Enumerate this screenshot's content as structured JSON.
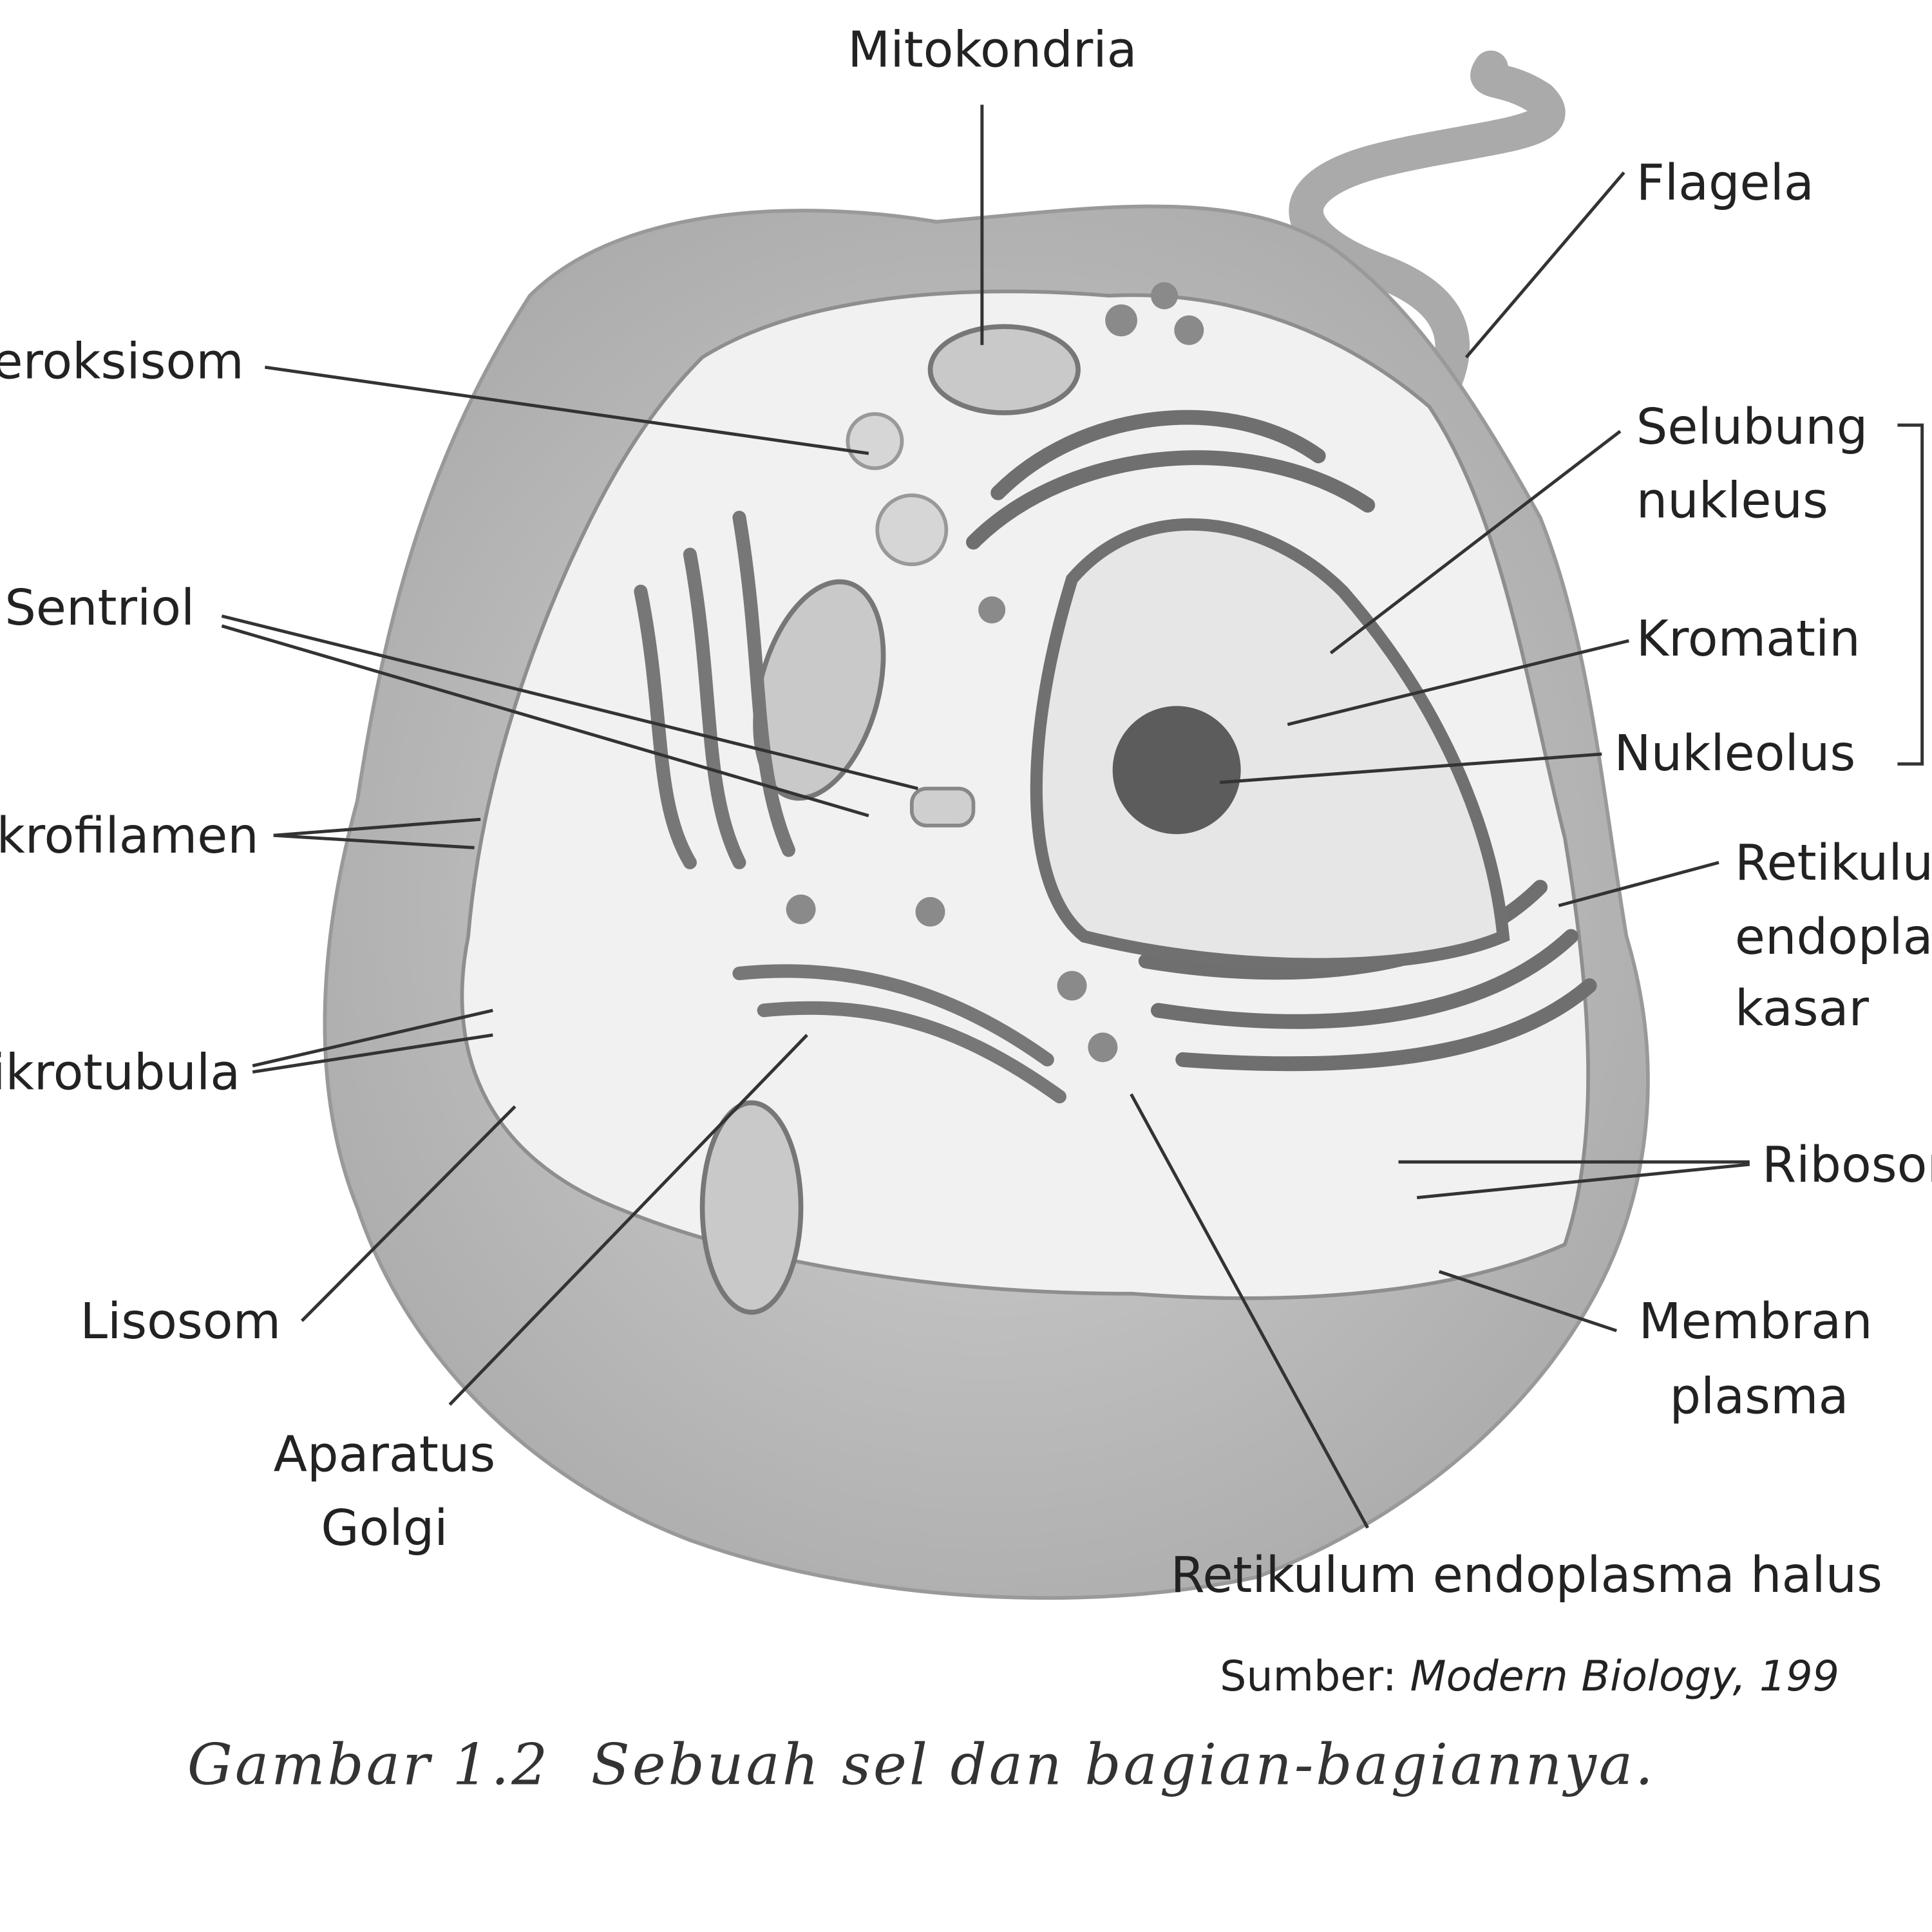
{
  "labels": {
    "mitokondria": "Mitokondria",
    "flagela": "Flagela",
    "peroksisom": "Peroksisom",
    "selubung_nukleus": [
      "Selubung",
      "nukleus"
    ],
    "kromatin": "Kromatin",
    "sentriol": "Sentriol",
    "nukleolus": "Nukleolus",
    "mikrofilamen": "Mikrofilamen",
    "retikulum_kasar": [
      "Retikulum",
      "endoplasma",
      "kasar"
    ],
    "mikrotubula": "Mikrotubula",
    "ribosom": "Ribosom",
    "lisosom": "Lisosom",
    "membran_plasma": [
      "Membran",
      "plasma"
    ],
    "aparatus_golgi": [
      "Aparatus",
      "Golgi"
    ],
    "retikulum_halus": "Retikulum endoplasma halus"
  },
  "source": {
    "prefix": "Sumber: ",
    "title": "Modern Biology, 199"
  },
  "caption": "Gambar 1.2  Sebuah sel dan bagian-bagiannya."
}
